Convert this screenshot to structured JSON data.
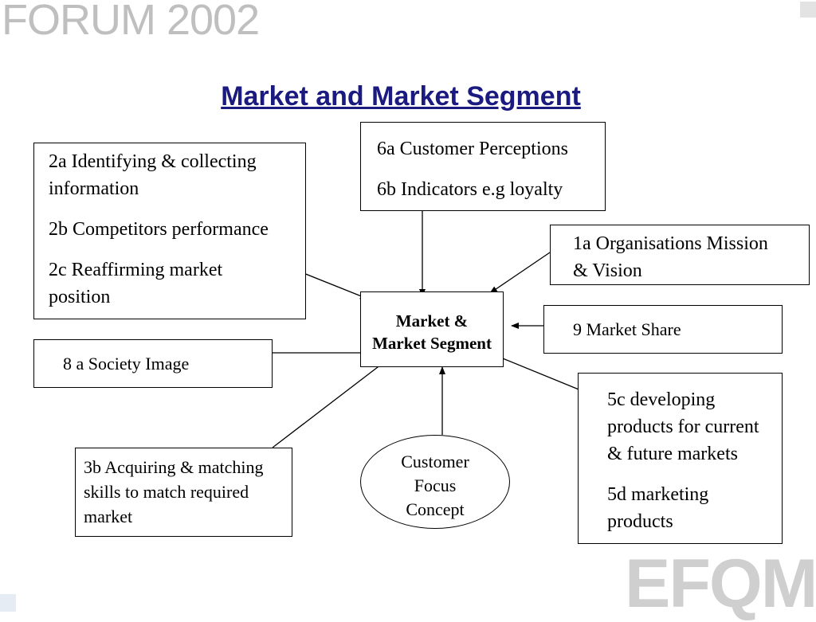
{
  "branding": {
    "forum_logo": "FORUM 2002",
    "efqm_logo": "EFQM"
  },
  "title": "Market and Market Segment",
  "center": {
    "line1": "Market &",
    "line2": "Market Segment"
  },
  "ellipse": {
    "line1": "Customer",
    "line2": "Focus",
    "line3": "Concept"
  },
  "boxes": {
    "b2": {
      "line1": "2a  Identifying & collecting",
      "line2": "information",
      "line3": "2b Competitors performance",
      "line4": "2c Reaffirming market",
      "line5": "position"
    },
    "b6": {
      "line1": "6a Customer Perceptions",
      "line2": "6b Indicators e.g loyalty"
    },
    "b1": {
      "line1": "1a Organisations Mission",
      "line2": "& Vision"
    },
    "b9": {
      "line1": "9 Market Share"
    },
    "b8": {
      "line1": "8 a  Society Image"
    },
    "b5": {
      "line1": "5c developing",
      "line2": "products for current",
      "line3": "& future markets",
      "line4": "5d marketing",
      "line5": "products"
    },
    "b3": {
      "line1": "3b Acquiring & matching",
      "line2": "skills to match required",
      "line3": "market"
    }
  }
}
